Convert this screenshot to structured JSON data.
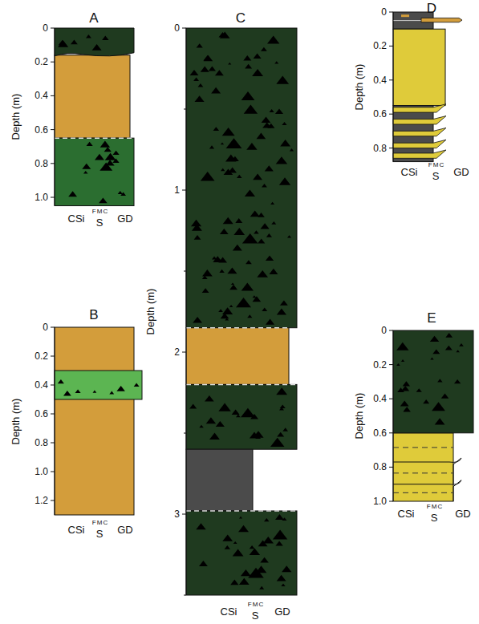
{
  "diagram": {
    "labels": [
      "A",
      "Depth (m)",
      "0",
      "0.2",
      "0.4",
      "0.6",
      "0.8",
      "1.0",
      "CSi",
      "FMC",
      "S",
      "GD",
      "B",
      "Depth (m)",
      "0",
      "0.2",
      "0.4",
      "0.6",
      "0.8",
      "1.0",
      "1.2",
      "CSi",
      "FMC",
      "S",
      "GD",
      "C",
      "Depth (m)",
      "0",
      "1",
      "2",
      "3",
      "CSi",
      "FMC",
      "S",
      "GD",
      "D",
      "Depth (m)",
      "0",
      "0.2",
      "0.4",
      "0.6",
      "0.8",
      "CSi",
      "FMC",
      "S",
      "GD",
      "E",
      "Depth (m)",
      "0",
      "0.2",
      "0.4",
      "0.6",
      "0.8",
      "1.0",
      "CSi",
      "FMC",
      "S",
      "GD"
    ]
  }
}
